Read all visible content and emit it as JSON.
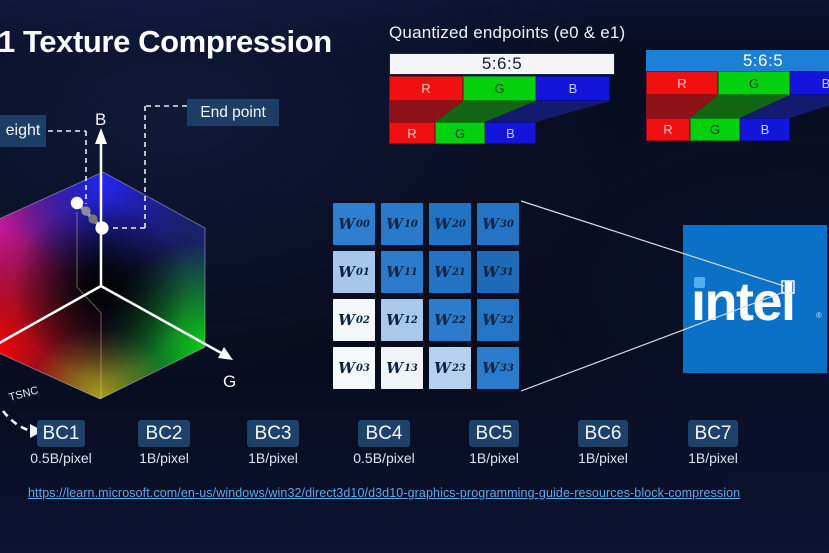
{
  "title": "1 Texture Compression",
  "cube": {
    "axis_b": "B",
    "axis_g": "G",
    "weight_label": "eight",
    "endpoint_label": "End point",
    "tsnc_label": "TSNC"
  },
  "quantized": {
    "heading": "Quantized endpoints (e0 & e1)",
    "blocks": [
      {
        "header": "5:6:5",
        "style": "light",
        "channels": [
          "R",
          "G",
          "B"
        ]
      },
      {
        "header": "5:6:5",
        "style": "blue",
        "channels": [
          "R",
          "G",
          "B"
        ]
      }
    ],
    "channel_colors": {
      "bright": [
        "#f01010",
        "#05d00d",
        "#1316da"
      ],
      "dark": [
        "#8c1118",
        "#136413",
        "#121b6e"
      ],
      "letter": [
        "#ffc2c2",
        "#0a3a20",
        "#c3cbff"
      ]
    }
  },
  "weights": {
    "symbol": "W",
    "cells": [
      {
        "sub": "00",
        "color": "#2e7fd0"
      },
      {
        "sub": "10",
        "color": "#2a7acb"
      },
      {
        "sub": "20",
        "color": "#2173c4"
      },
      {
        "sub": "30",
        "color": "#2374c4"
      },
      {
        "sub": "01",
        "color": "#a6c7e9"
      },
      {
        "sub": "11",
        "color": "#2a7bcb"
      },
      {
        "sub": "21",
        "color": "#2273c5"
      },
      {
        "sub": "31",
        "color": "#1e6ab8"
      },
      {
        "sub": "02",
        "color": "#f3f7fc"
      },
      {
        "sub": "12",
        "color": "#a9c9ea"
      },
      {
        "sub": "22",
        "color": "#2b7ccc"
      },
      {
        "sub": "32",
        "color": "#2375c6"
      },
      {
        "sub": "03",
        "color": "#f5f8fc"
      },
      {
        "sub": "13",
        "color": "#eff4fb"
      },
      {
        "sub": "23",
        "color": "#b5d1ee"
      },
      {
        "sub": "33",
        "color": "#2a7bcb"
      }
    ]
  },
  "logo": {
    "text": "intel",
    "text_dotless": "ıntel",
    "reg_mark": "®",
    "bg_color": "#0a71c7",
    "dot_color": "#52b0ee"
  },
  "bc_formats": [
    {
      "name": "BC1",
      "rate": "0.5B/pixel"
    },
    {
      "name": "BC2",
      "rate": "1B/pixel"
    },
    {
      "name": "BC3",
      "rate": "1B/pixel"
    },
    {
      "name": "BC4",
      "rate": "0.5B/pixel"
    },
    {
      "name": "BC5",
      "rate": "1B/pixel"
    },
    {
      "name": "BC6",
      "rate": "1B/pixel"
    },
    {
      "name": "BC7",
      "rate": "1B/pixel"
    }
  ],
  "footer": {
    "url": "https://learn.microsoft.com/en-us/windows/win32/direct3d10/d3d10-graphics-programming-guide-resources-block-compression"
  },
  "colors": {
    "background": "#070b1d",
    "label_box": "#1c3e66",
    "bc_box": "#1e4169",
    "link": "#5da9e8"
  }
}
